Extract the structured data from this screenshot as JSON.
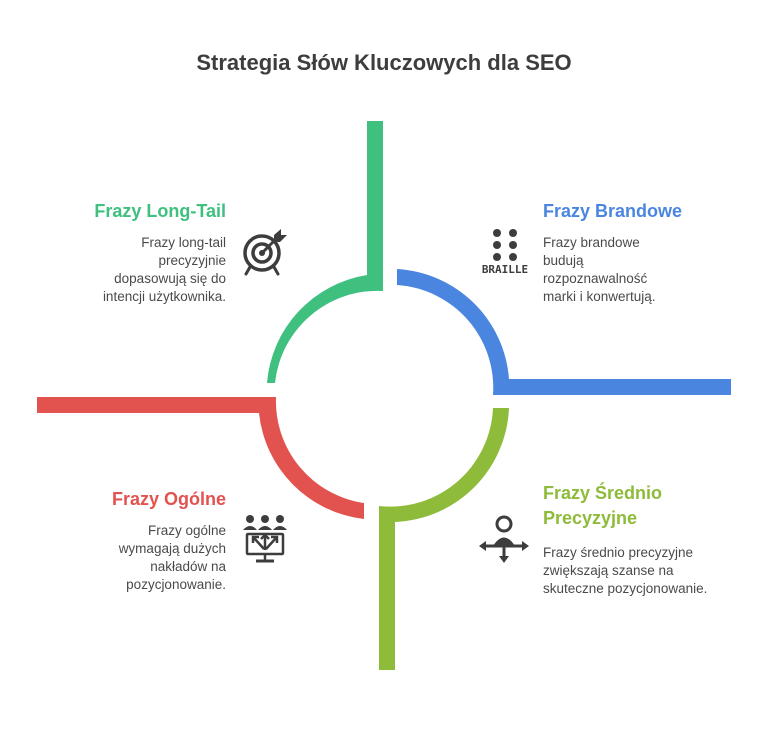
{
  "title": "Strategia Słów Kluczowych dla SEO",
  "colors": {
    "green": "#3fc07f",
    "blue": "#4a86e0",
    "red": "#e2534f",
    "olive": "#8ebb3a",
    "icon": "#3d3d3d"
  },
  "quadrants": {
    "long_tail": {
      "heading": "Frazy Long-Tail",
      "desc": [
        "Frazy long-tail",
        "precyzyjnie",
        "dopasowują się do",
        "intencji użytkownika."
      ],
      "icon": "target-icon"
    },
    "brandowe": {
      "heading": "Frazy Brandowe",
      "desc": [
        "Frazy brandowe",
        "budują",
        "rozpoznawalność",
        "marki i konwertują."
      ],
      "icon": "braille-icon",
      "icon_label": "BRAILLE"
    },
    "ogolne": {
      "heading": "Frazy Ogólne",
      "desc": [
        "Frazy ogólne",
        "wymagają dużych",
        "nakładów na",
        "pozycjonowanie."
      ],
      "icon": "network-icon"
    },
    "srednio": {
      "heading_lines": [
        "Frazy Średnio",
        "Precyzyjne"
      ],
      "desc": [
        "Frazy średnio precyzyjne",
        "zwiększają szanse na",
        "skuteczne pozycjonowanie."
      ],
      "icon": "person-arrows-icon"
    }
  }
}
